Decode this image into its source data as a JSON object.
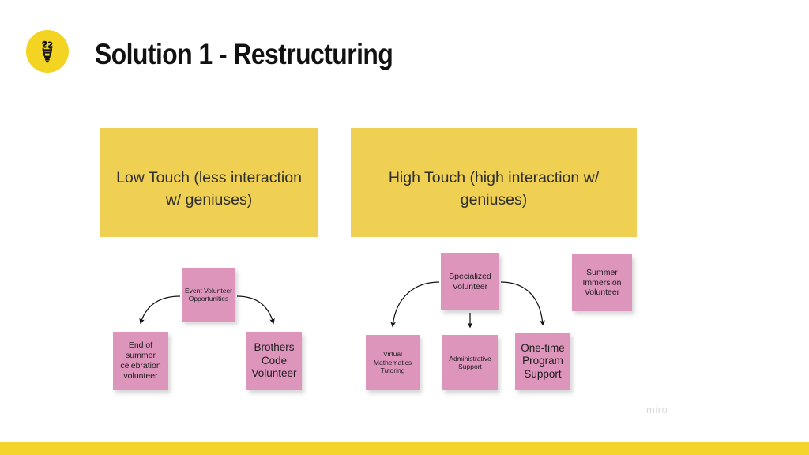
{
  "header": {
    "title": "Solution 1 - Restructuring",
    "logo_icon": "spiral-lightbulb-icon",
    "logo_circle_color": "#F3D423"
  },
  "theme": {
    "background": "#FFFFFF",
    "banner_color": "#EFD053",
    "note_color": "#DE95BC",
    "footer_color": "#F4D42A",
    "text_color": "#1C1C1C",
    "watermark_color": "#DADADA"
  },
  "banners": [
    {
      "id": "low-touch",
      "label": "Low Touch (less interaction w/ geniuses)"
    },
    {
      "id": "high-touch",
      "label": "High Touch (high interaction w/ geniuses)"
    }
  ],
  "groups": [
    {
      "id": "low-touch-group",
      "parent": {
        "id": "event-volunteer-opportunities",
        "label": "Event Volunteer Opportunities"
      },
      "children": [
        {
          "id": "end-of-summer-celebration-volunteer",
          "label": "End of summer celebration volunteer"
        },
        {
          "id": "brothers-code-volunteer",
          "label": "Brothers Code Volunteer"
        }
      ]
    },
    {
      "id": "high-touch-group",
      "parent": {
        "id": "specialized-volunteer",
        "label": "Specialized Volunteer"
      },
      "children": [
        {
          "id": "virtual-mathematics-tutoring",
          "label": "Virtual Mathematics Tutoring"
        },
        {
          "id": "administrative-support",
          "label": "Administrative Support"
        },
        {
          "id": "one-time-program-support",
          "label": "One-time Program Support"
        }
      ],
      "standalone": [
        {
          "id": "summer-immersion-volunteer",
          "label": "Summer Immersion Volunteer"
        }
      ]
    }
  ],
  "watermark": {
    "label": "miro"
  }
}
